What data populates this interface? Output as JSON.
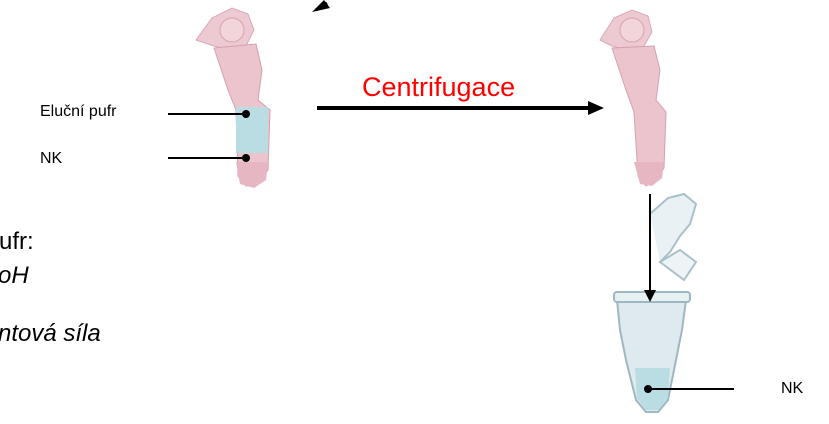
{
  "labels": {
    "elution_buffer": "Eluční pufr",
    "nk_left": "NK",
    "centrifugation": "Centrifugace",
    "nk_right": "NK"
  },
  "buffer_text": {
    "line1": "ufr:",
    "line2": "oH",
    "line3": "ntová síla"
  },
  "colors": {
    "column_pink": "#e9c3cd",
    "buffer_blue": "#b9dde3",
    "title_red": "#ff0000"
  },
  "icons": [
    "spin-column-icon",
    "spin-column-icon",
    "microtube-icon"
  ]
}
